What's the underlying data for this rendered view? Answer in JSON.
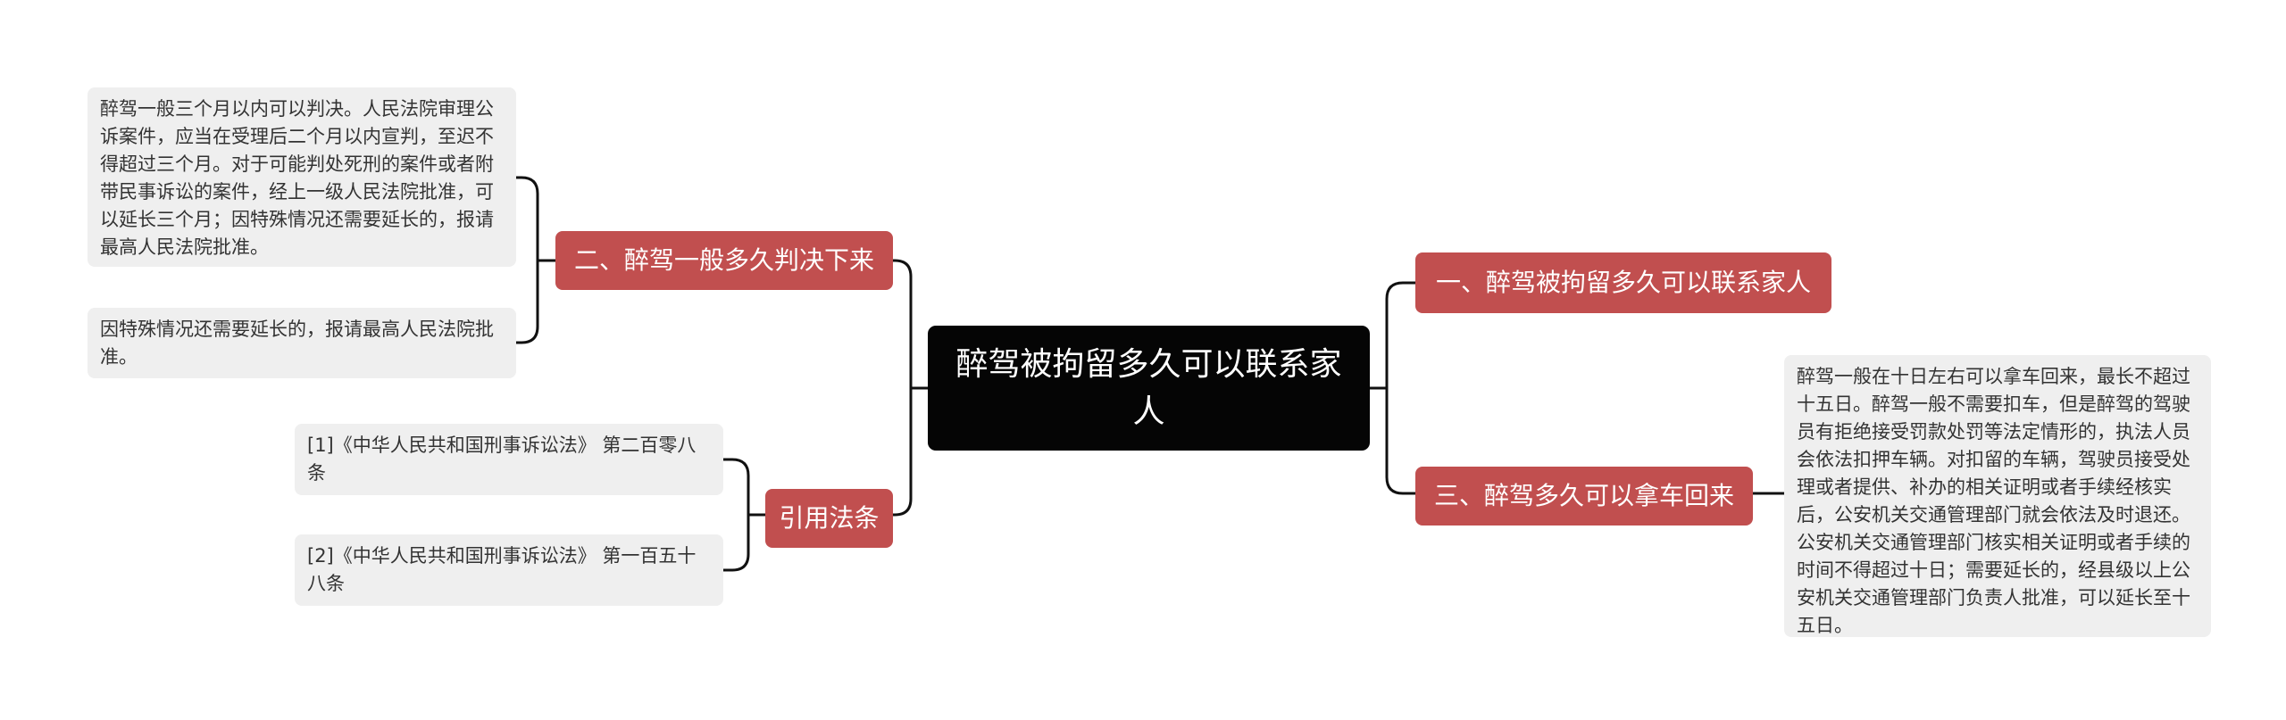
{
  "central": {
    "title": "醉驾被拘留多久可以联系家人"
  },
  "branches": {
    "b1": {
      "label": "一、醉驾被拘留多久可以联系家人"
    },
    "b2": {
      "label": "二、醉驾一般多久判决下来",
      "leaves": [
        "醉驾一般三个月以内可以判决。人民法院审理公诉案件，应当在受理后二个月以内宣判，至迟不得超过三个月。对于可能判处死刑的案件或者附带民事诉讼的案件，经上一级人民法院批准，可以延长三个月；因特殊情况还需要延长的，报请最高人民法院批准。",
        "因特殊情况还需要延长的，报请最高人民法院批准。"
      ]
    },
    "b3": {
      "label": "三、醉驾多久可以拿车回来",
      "leaves": [
        "醉驾一般在十日左右可以拿车回来，最长不超过十五日。醉驾一般不需要扣车，但是醉驾的驾驶员有拒绝接受罚款处罚等法定情形的，执法人员会依法扣押车辆。对扣留的车辆，驾驶员接受处理或者提供、补办的相关证明或者手续经核实后，公安机关交通管理部门就会依法及时退还。公安机关交通管理部门核实相关证明或者手续的时间不得超过十日；需要延长的，经县级以上公安机关交通管理部门负责人批准，可以延长至十五日。"
      ]
    },
    "b4": {
      "label": "引用法条",
      "leaves": [
        "[1]《中华人民共和国刑事诉讼法》 第二百零八条",
        "[2]《中华人民共和国刑事诉讼法》 第一百五十八条"
      ]
    }
  },
  "colors": {
    "central_bg": "#050505",
    "branch_bg": "#c14f4f",
    "leaf_bg": "#efefef",
    "connector": "#111111"
  }
}
